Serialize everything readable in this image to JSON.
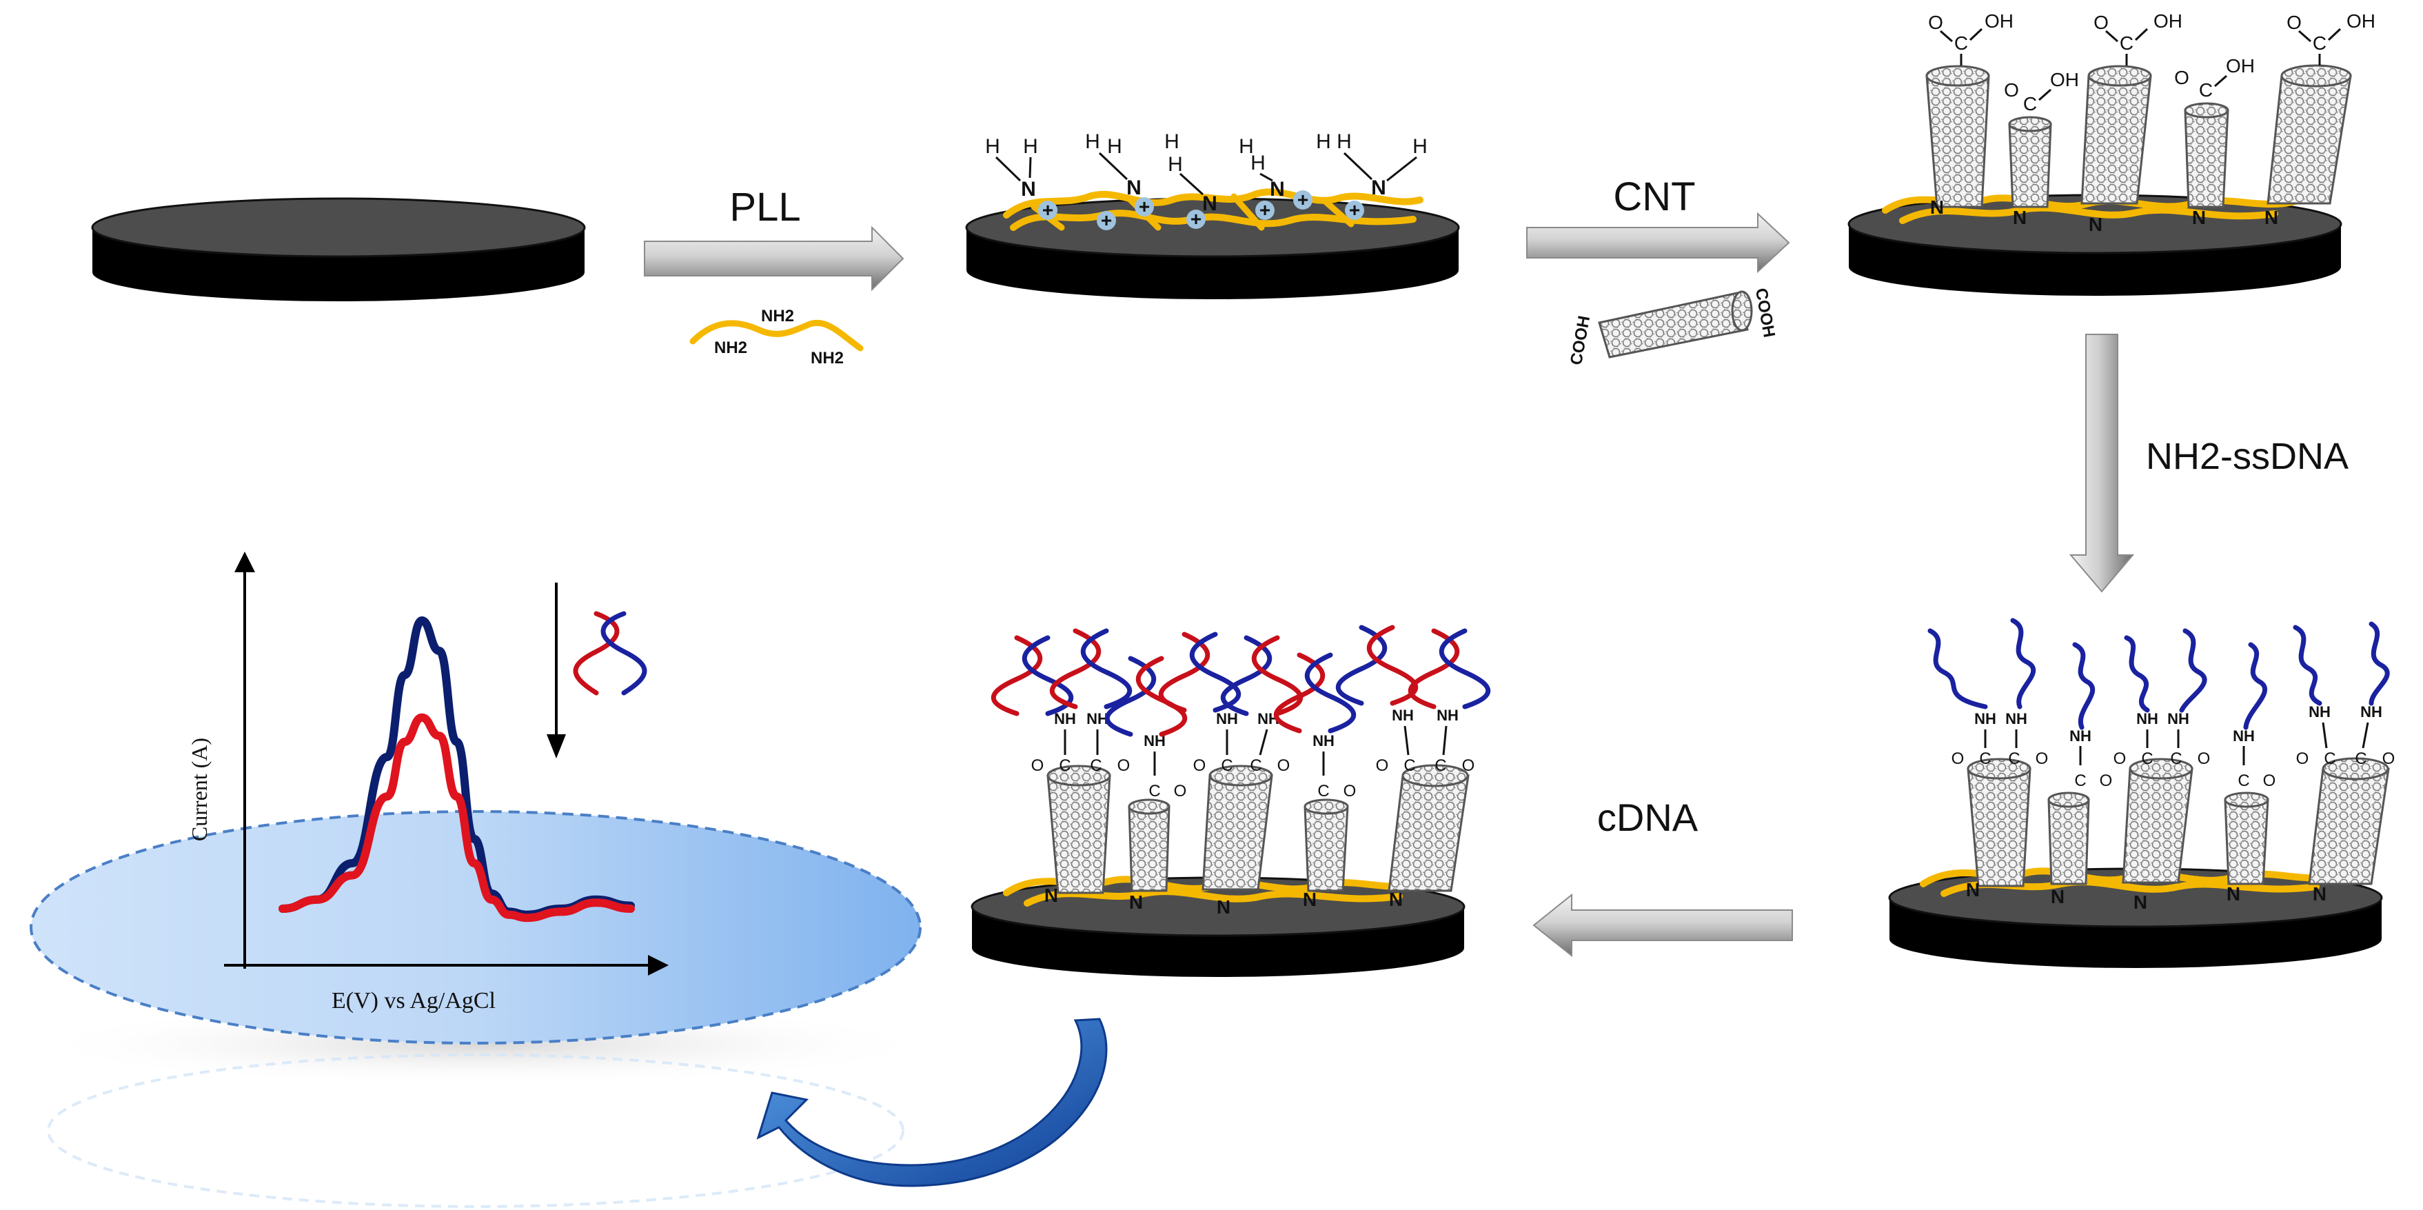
{
  "steps": {
    "pll": {
      "label": "PLL",
      "molecule_nh2": [
        "NH2",
        "NH2",
        "NH2"
      ]
    },
    "cnt": {
      "label": "CNT",
      "cooh_left": "COOH",
      "cooh_right": "COOH"
    },
    "ssdna": {
      "label": "NH2-ssDNA"
    },
    "cdna": {
      "label": "cDNA"
    }
  },
  "chem": {
    "H": "H",
    "N": "N",
    "NH": "NH",
    "OH": "OH",
    "O": "O",
    "C": "C",
    "plus": "+"
  },
  "chart_data": {
    "type": "line",
    "title": "",
    "xlabel": "E(V) vs Ag/AgCl",
    "ylabel": "Current (A)",
    "grid": false,
    "series": [
      {
        "color": "#0b1f6e",
        "x": [
          0,
          0.1,
          0.2,
          0.3,
          0.35,
          0.4,
          0.45,
          0.5,
          0.55,
          0.6,
          0.65,
          0.7,
          0.8,
          0.9,
          1.0
        ],
        "y": [
          0.05,
          0.08,
          0.2,
          0.55,
          0.82,
          1.0,
          0.9,
          0.6,
          0.28,
          0.1,
          0.04,
          0.03,
          0.05,
          0.08,
          0.06
        ]
      },
      {
        "color": "#e0141e",
        "x": [
          0,
          0.1,
          0.2,
          0.3,
          0.35,
          0.4,
          0.45,
          0.5,
          0.55,
          0.6,
          0.65,
          0.7,
          0.8,
          0.9,
          1.0
        ],
        "y": [
          0.05,
          0.08,
          0.16,
          0.42,
          0.6,
          0.68,
          0.62,
          0.42,
          0.2,
          0.08,
          0.03,
          0.02,
          0.04,
          0.07,
          0.05
        ]
      }
    ]
  },
  "colors": {
    "pll": "#f5b800",
    "dna_blue": "#1a22a0",
    "dna_red": "#c8101a",
    "electrode_top": "#4d4d4d",
    "plate": "#a9cdf3",
    "cycle_arrow": "#1f5fbf"
  }
}
